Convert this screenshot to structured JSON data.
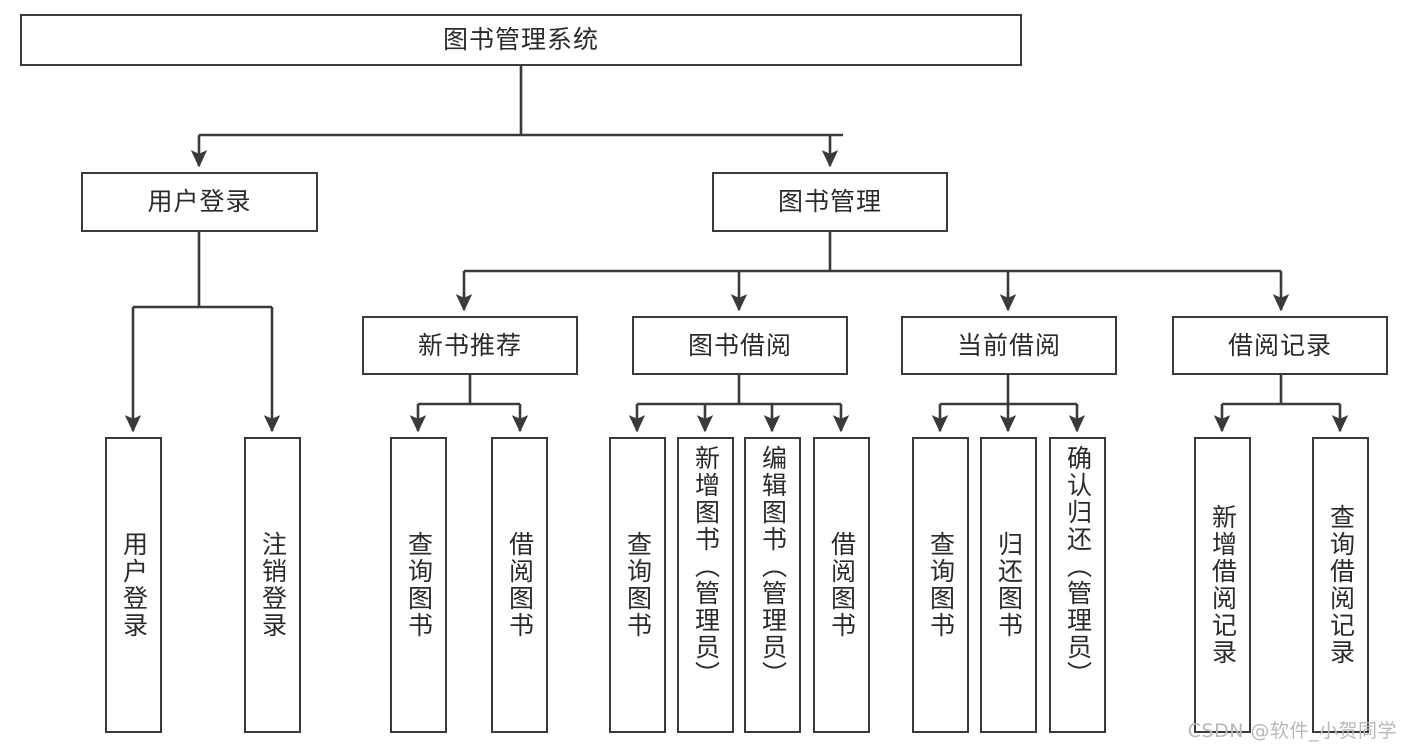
{
  "diagram": {
    "title": "图书管理系统",
    "type": "tree-hierarchy-chart",
    "watermark": "CSDN @软件_小贺同学",
    "accent_color": "#3a3a3a",
    "background_color": "#ffffff",
    "nodes": {
      "root": {
        "label": "图书管理系统"
      },
      "level2": [
        {
          "label": "用户登录"
        },
        {
          "label": "图书管理"
        }
      ],
      "level3": [
        {
          "label": "新书推荐"
        },
        {
          "label": "图书借阅"
        },
        {
          "label": "当前借阅"
        },
        {
          "label": "借阅记录"
        }
      ],
      "leaves_user_login": [
        {
          "label": "用户登录"
        },
        {
          "label": "注销登录"
        }
      ],
      "leaves_new_books": [
        {
          "label": "查询图书"
        },
        {
          "label": "借阅图书"
        }
      ],
      "leaves_borrow": [
        {
          "label": "查询图书"
        },
        {
          "label": "新增图书（管理员）"
        },
        {
          "label": "编辑图书（管理员）"
        },
        {
          "label": "借阅图书"
        }
      ],
      "leaves_current": [
        {
          "label": "查询图书"
        },
        {
          "label": "归还图书"
        },
        {
          "label": "确认归还（管理员）"
        }
      ],
      "leaves_records": [
        {
          "label": "新增借阅记录"
        },
        {
          "label": "查询借阅记录"
        }
      ]
    }
  }
}
